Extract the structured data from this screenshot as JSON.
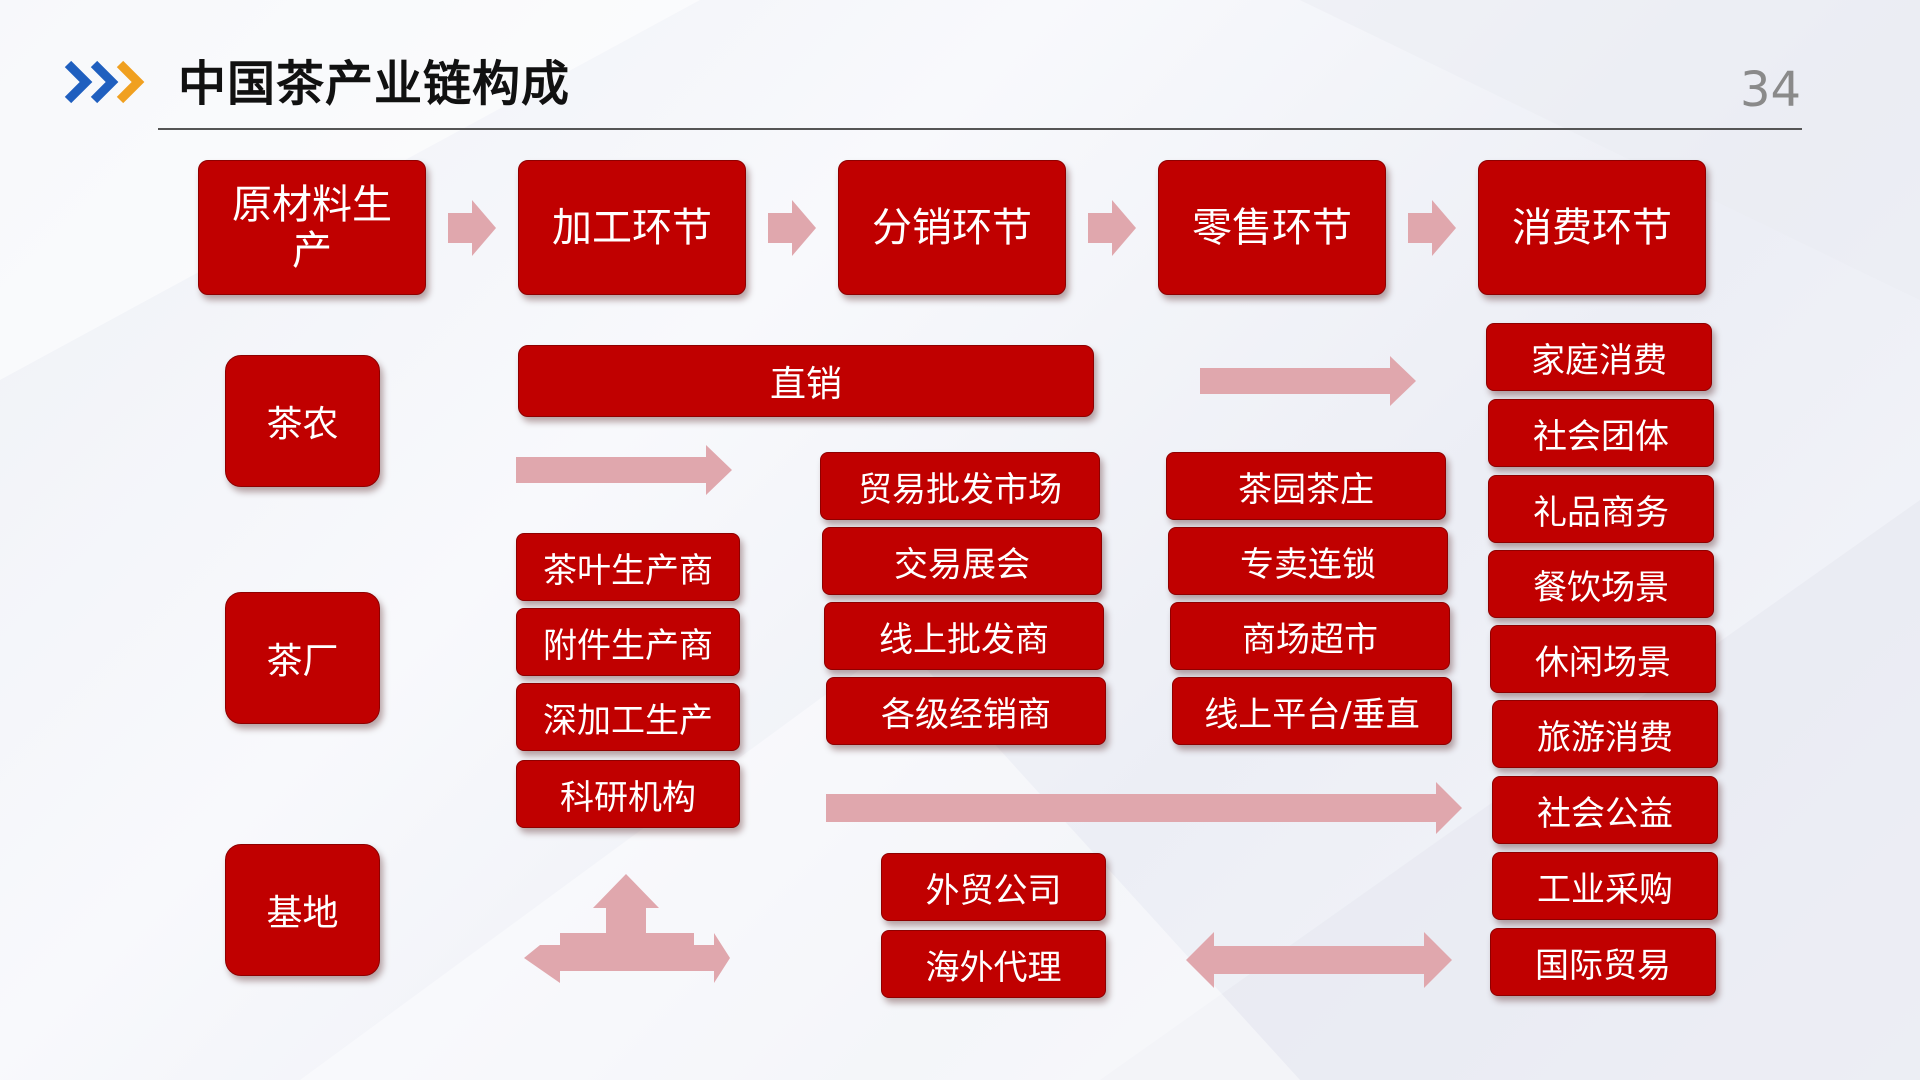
{
  "header": {
    "title": "中国茶产业链构成",
    "page_number": "34"
  },
  "stages": [
    "原材料生产",
    "加工环节",
    "分销环节",
    "零售环节",
    "消费环节"
  ],
  "actors": [
    "茶农",
    "茶厂",
    "基地"
  ],
  "direct_sales": "直销",
  "processing": [
    "茶叶生产商",
    "附件生产商",
    "深加工生产",
    "科研机构"
  ],
  "distribution": [
    "贸易批发市场",
    "交易展会",
    "线上批发商",
    "各级经销商"
  ],
  "retail": [
    "茶园茶庄",
    "专卖连锁",
    "商场超市",
    "线上平台/垂直"
  ],
  "export": [
    "外贸公司",
    "海外代理"
  ],
  "consumption": [
    "家庭消费",
    "社会团体",
    "礼品商务",
    "餐饮场景",
    "休闲场景",
    "旅游消费",
    "社会公益",
    "工业采购",
    "国际贸易"
  ],
  "colors": {
    "box": "#c00000",
    "arrow": "#e0a7ad",
    "chevron_blue": "#1f5fbf",
    "chevron_orange": "#f0a020"
  }
}
